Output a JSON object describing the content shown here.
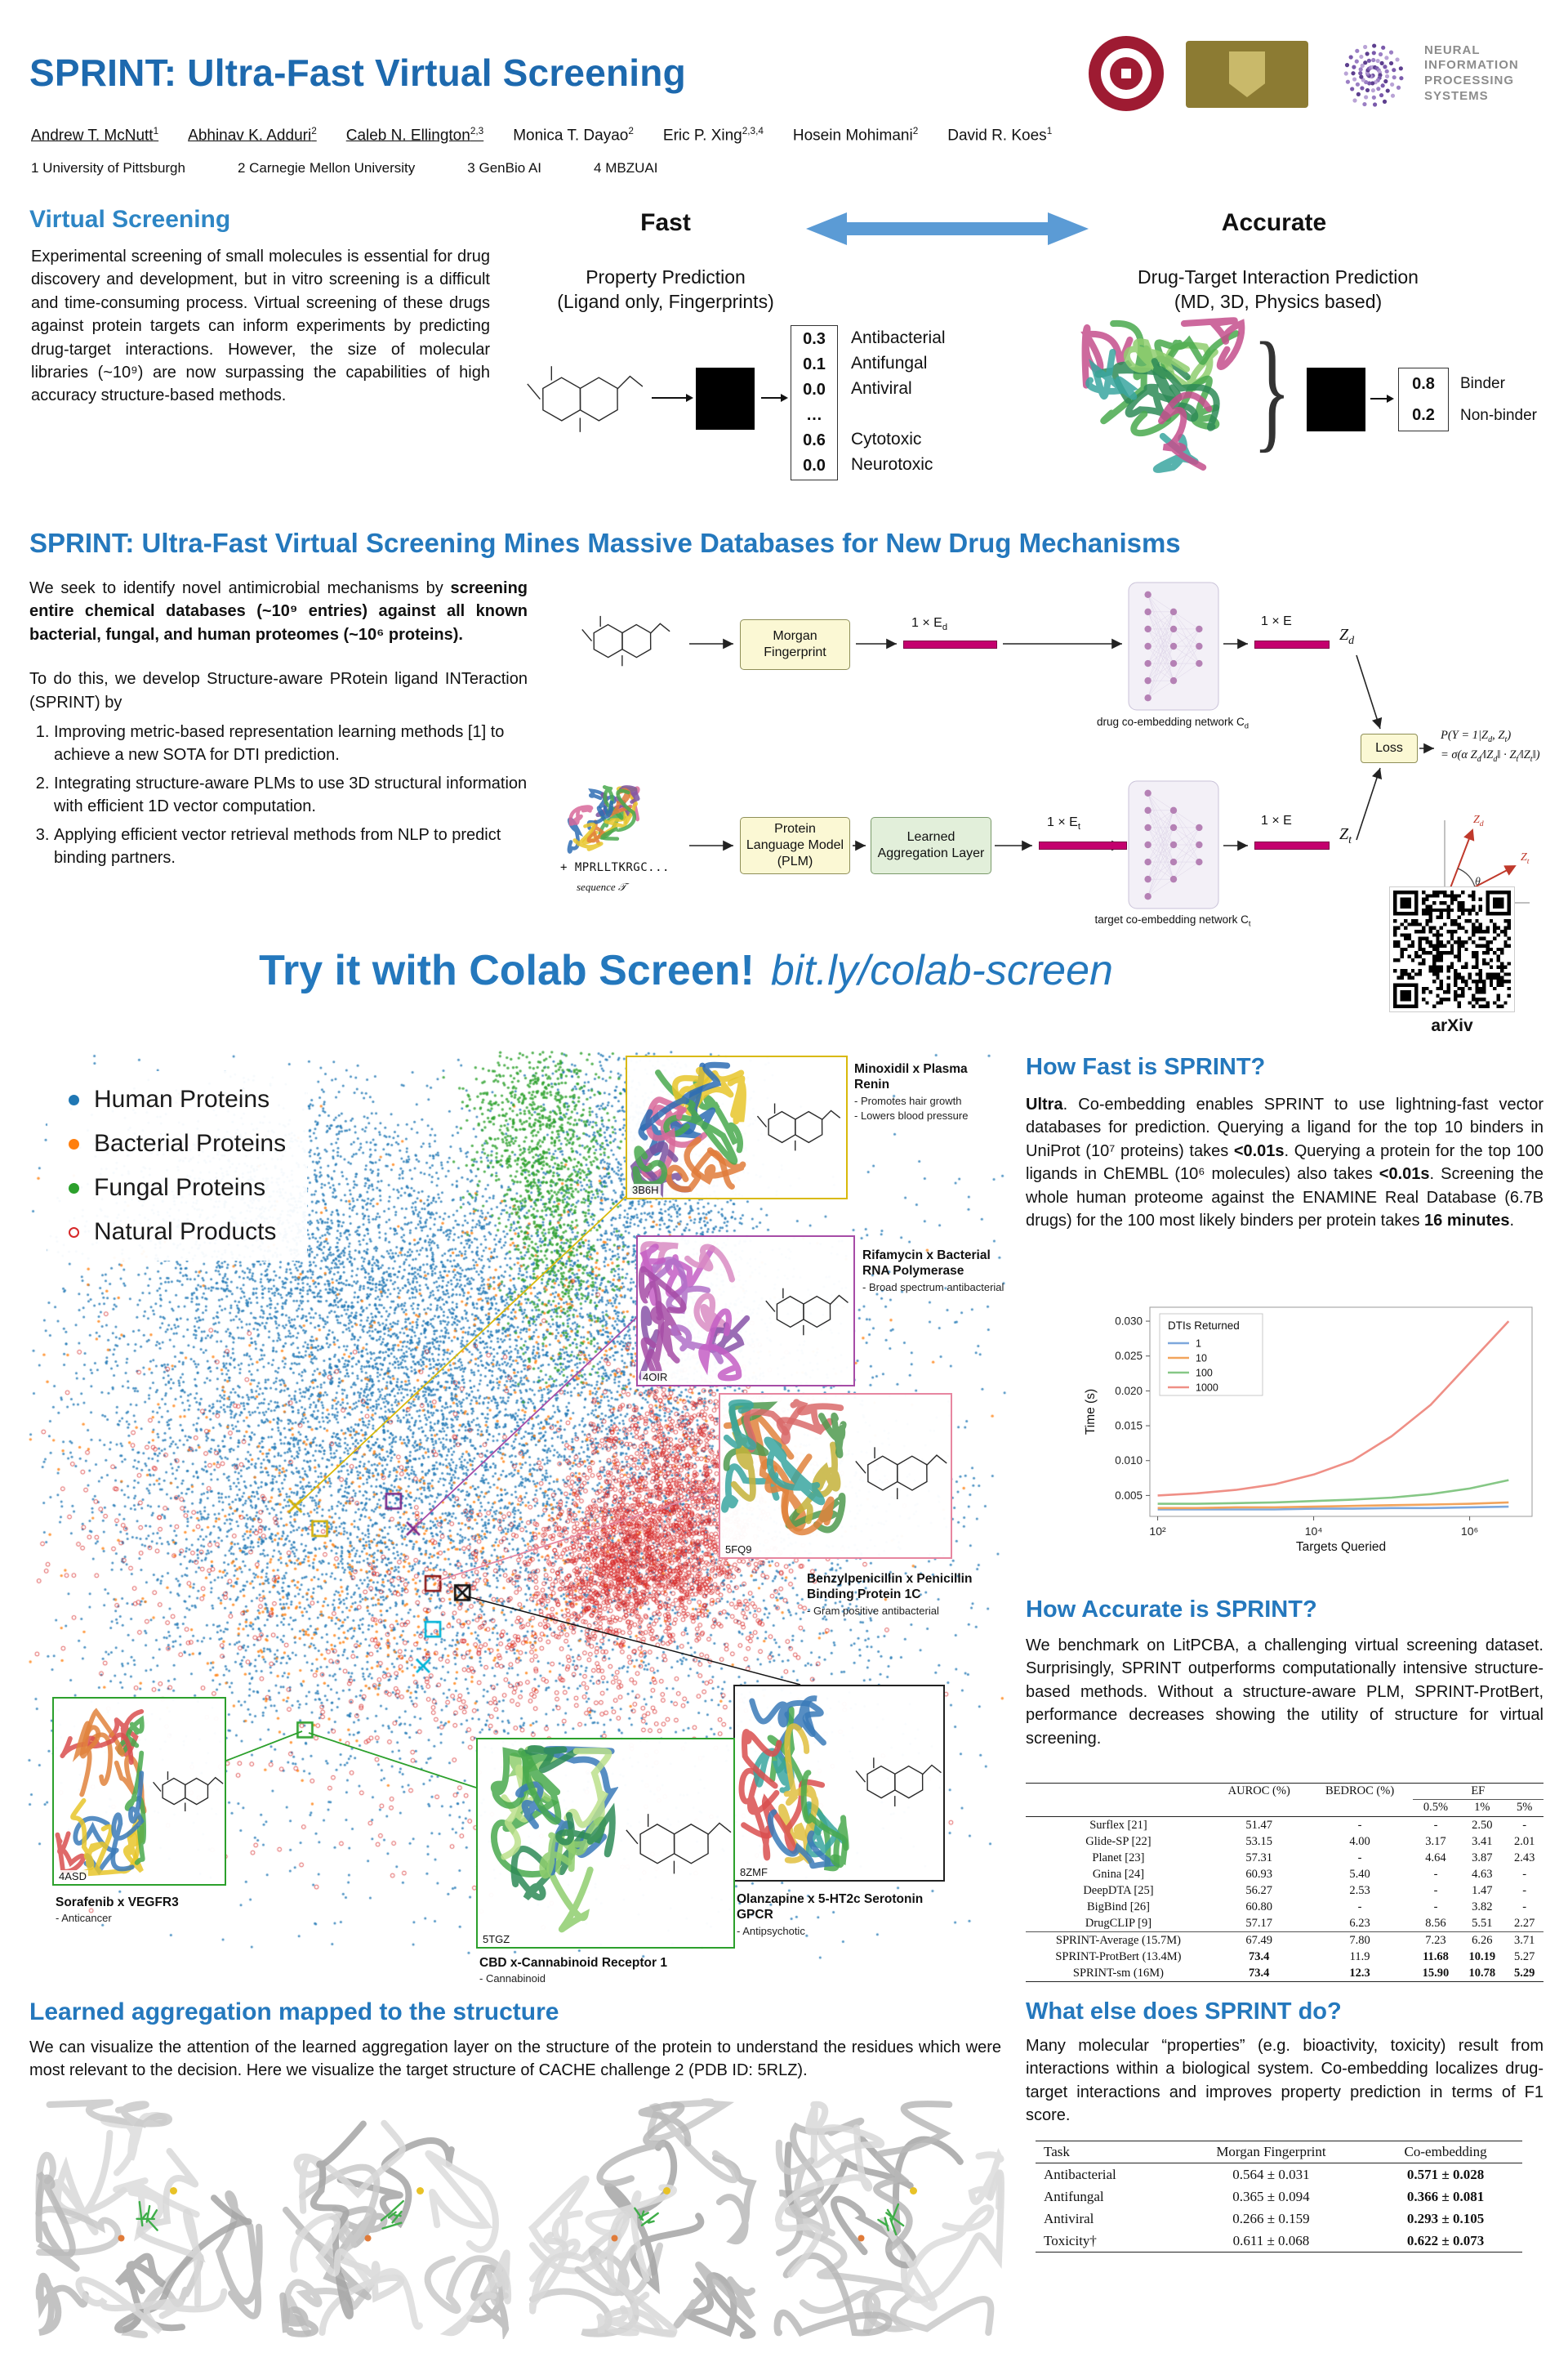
{
  "header": {
    "title": "SPRINT: Ultra-Fast Virtual Screening",
    "authors": [
      {
        "name": "Andrew T. McNutt",
        "sup": "1",
        "underline": true
      },
      {
        "name": "Abhinav K. Adduri",
        "sup": "2",
        "underline": true
      },
      {
        "name": "Caleb N. Ellington",
        "sup": "2,3",
        "underline": true
      },
      {
        "name": "Monica T. Dayao",
        "sup": "2",
        "underline": false
      },
      {
        "name": "Eric P. Xing",
        "sup": "2,3,4",
        "underline": false
      },
      {
        "name": "Hosein Mohimani",
        "sup": "2",
        "underline": false
      },
      {
        "name": "David R. Koes",
        "sup": "1",
        "underline": false
      }
    ],
    "affiliations": [
      "1 University of Pittsburgh",
      "2 Carnegie Mellon University",
      "3 GenBio AI",
      "4 MBZUAI"
    ],
    "neurips_lines": [
      "NEURAL",
      "INFORMATION",
      "PROCESSING",
      "SYSTEMS"
    ]
  },
  "virtual_screening": {
    "heading": "Virtual Screening",
    "body": "Experimental screening of small molecules is essential for drug discovery and development, but in vitro screening is a difficult and time-consuming process. Virtual screening of these drugs against protein targets can inform experiments by predicting drug-target interactions. However, the size of molecular libraries (~10⁹) are now surpassing the capabilities of high accuracy structure-based methods."
  },
  "fast": {
    "heading": "Fast",
    "sub1": "Property Prediction",
    "sub2": "(Ligand only, Fingerprints)",
    "values": [
      "0.3",
      "0.1",
      "0.0",
      "…",
      "0.6",
      "0.0"
    ],
    "labels": [
      "Antibacterial",
      "Antifungal",
      "Antiviral",
      "",
      "Cytotoxic",
      "Neurotoxic"
    ]
  },
  "accurate": {
    "heading": "Accurate",
    "sub1": "Drug-Target Interaction Prediction",
    "sub2": "(MD, 3D, Physics based)",
    "brace": "}",
    "values": [
      "0.8",
      "0.2"
    ],
    "labels": [
      "Binder",
      "Non-binder"
    ]
  },
  "sprint": {
    "heading": "SPRINT: Ultra-Fast Virtual Screening Mines Massive Databases for New Drug Mechanisms",
    "intro_segments": [
      {
        "t": "We seek to identify novel antimicrobial mechanisms by ",
        "b": false
      },
      {
        "t": "screening entire chemical databases (~10⁹ entries) against all known bacterial, fungal, and human proteomes (~10⁶ proteins).",
        "b": true
      }
    ],
    "method_lead": "To do this, we develop Structure-aware PRotein ligand INTeraction (SPRINT) by",
    "method_items": [
      "Improving metric-based representation learning methods [1] to achieve a new SOTA for DTI prediction.",
      "Integrating structure-aware PLMs to use 3D structural information with efficient 1D vector computation.",
      "Applying efficient vector retrieval methods from NLP to predict binding partners."
    ],
    "diagram": {
      "morgan": "Morgan Fingerprint",
      "plm": "Protein Language Model (PLM)",
      "agg": "Learned Aggregation Layer",
      "ed": "1 × E_d",
      "et": "1 × E_t",
      "e": "1 × E",
      "zd": "Z_d",
      "zt": "Z_t",
      "theta": "θ",
      "drug_net": "drug co-embedding network C_d",
      "target_net": "target co-embedding network C_t",
      "loss": "Loss",
      "plus": "+",
      "seq": "MPRLLTKRGC...",
      "seq_label": "sequence 𝒯",
      "eq1": "P(Y = 1|Z_d, Z_t)",
      "eq2": "= σ(α Z_d∕‖Z_d‖ · Z_t∕‖Z_t‖)"
    }
  },
  "colab": {
    "heading": "Try it with Colab Screen!",
    "link": "bit.ly/colab-screen",
    "qr_label": "arXiv"
  },
  "scatter": {
    "series_colors": {
      "human": "#1f77b4",
      "bacterial": "#ff7f0e",
      "fungal": "#2ca02c",
      "natural": "#d62728"
    },
    "legend": [
      {
        "label": "Human Proteins",
        "color": "#1f77b4",
        "open": false
      },
      {
        "label": "Bacterial Proteins",
        "color": "#ff7f0e",
        "open": false
      },
      {
        "label": "Fungal Proteins",
        "color": "#2ca02c",
        "open": false
      },
      {
        "label": "Natural Products",
        "color": "#d62728",
        "open": true
      }
    ],
    "clusters": [
      {
        "series": "human",
        "cx": 0.4,
        "cy": 0.3,
        "sx": 0.13,
        "sy": 0.11,
        "n": 3500
      },
      {
        "series": "human",
        "cx": 0.5,
        "cy": 0.45,
        "sx": 0.17,
        "sy": 0.13,
        "n": 3500
      },
      {
        "series": "human",
        "cx": 0.3,
        "cy": 0.52,
        "sx": 0.1,
        "sy": 0.1,
        "n": 1400
      },
      {
        "series": "human",
        "cx": 0.25,
        "cy": 0.18,
        "sx": 0.09,
        "sy": 0.07,
        "n": 1200
      },
      {
        "series": "human",
        "cx": 0.64,
        "cy": 0.12,
        "sx": 0.05,
        "sy": 0.08,
        "n": 1300
      },
      {
        "series": "human",
        "cx": 0.67,
        "cy": 0.3,
        "sx": 0.06,
        "sy": 0.07,
        "n": 700
      },
      {
        "series": "human",
        "cx": 0.5,
        "cy": 0.52,
        "sx": 0.33,
        "sy": 0.26,
        "n": 1500
      },
      {
        "series": "human",
        "cx": 0.45,
        "cy": 0.78,
        "sx": 0.24,
        "sy": 0.09,
        "n": 500
      },
      {
        "series": "human",
        "cx": 0.13,
        "cy": 0.4,
        "sx": 0.07,
        "sy": 0.11,
        "n": 350
      },
      {
        "series": "human",
        "cx": 0.8,
        "cy": 0.5,
        "sx": 0.08,
        "sy": 0.11,
        "n": 400
      },
      {
        "series": "bacterial",
        "cx": 0.45,
        "cy": 0.45,
        "sx": 0.2,
        "sy": 0.15,
        "n": 800
      },
      {
        "series": "bacterial",
        "cx": 0.34,
        "cy": 0.6,
        "sx": 0.09,
        "sy": 0.07,
        "n": 250
      },
      {
        "series": "bacterial",
        "cx": 0.58,
        "cy": 0.28,
        "sx": 0.07,
        "sy": 0.06,
        "n": 200
      },
      {
        "series": "fungal",
        "cx": 0.52,
        "cy": 0.08,
        "sx": 0.035,
        "sy": 0.05,
        "n": 700
      },
      {
        "series": "fungal",
        "cx": 0.535,
        "cy": 0.17,
        "sx": 0.028,
        "sy": 0.055,
        "n": 450
      },
      {
        "series": "fungal",
        "cx": 0.55,
        "cy": 0.27,
        "sx": 0.025,
        "sy": 0.05,
        "n": 220
      },
      {
        "series": "natural",
        "cx": 0.655,
        "cy": 0.53,
        "sx": 0.05,
        "sy": 0.05,
        "n": 1300
      },
      {
        "series": "natural",
        "cx": 0.6,
        "cy": 0.57,
        "sx": 0.04,
        "sy": 0.035,
        "n": 600
      },
      {
        "series": "natural",
        "cx": 0.55,
        "cy": 0.63,
        "sx": 0.1,
        "sy": 0.06,
        "n": 450
      },
      {
        "series": "natural",
        "cx": 0.47,
        "cy": 0.56,
        "sx": 0.17,
        "sy": 0.11,
        "n": 380
      },
      {
        "series": "natural",
        "cx": 0.68,
        "cy": 0.43,
        "sx": 0.05,
        "sy": 0.04,
        "n": 450
      },
      {
        "series": "natural",
        "cx": 0.14,
        "cy": 0.52,
        "sx": 0.08,
        "sy": 0.09,
        "n": 130
      },
      {
        "series": "natural",
        "cx": 0.5,
        "cy": 0.79,
        "sx": 0.22,
        "sy": 0.07,
        "n": 200
      }
    ],
    "markers": [
      {
        "shape": "x",
        "color": "#d4b106",
        "x": 0.275,
        "y": 0.5
      },
      {
        "shape": "square",
        "color": "#d4b106",
        "x": 0.3,
        "y": 0.525
      },
      {
        "shape": "square",
        "color": "#7b2d8b",
        "x": 0.375,
        "y": 0.495
      },
      {
        "shape": "x",
        "color": "#7b2d8b",
        "x": 0.395,
        "y": 0.525
      },
      {
        "shape": "square",
        "color": "#8b1a1a",
        "x": 0.415,
        "y": 0.585
      },
      {
        "shape": "boxed-x",
        "color": "#111111",
        "x": 0.445,
        "y": 0.595
      },
      {
        "shape": "square",
        "color": "#00b4d8",
        "x": 0.415,
        "y": 0.635
      },
      {
        "shape": "x",
        "color": "#00b4d8",
        "x": 0.405,
        "y": 0.675
      },
      {
        "shape": "square",
        "color": "#2ca02c",
        "x": 0.285,
        "y": 0.745
      }
    ],
    "callouts": [
      {
        "pdb": "3B6H",
        "title": "Minoxidil x Plasma Renin",
        "notes": [
          "- Promotes hair growth",
          "- Lowers blood pressure"
        ],
        "border": "#d9b90a"
      },
      {
        "pdb": "4OIR",
        "title": "Rifamycin x Bacterial RNA Polymerase",
        "notes": [
          "- Broad spectrum antibacterial"
        ],
        "border": "#a64ca6"
      },
      {
        "pdb": "5FQ9",
        "title": "Benzylpenicillin x Penicillin Binding Protein 1C",
        "notes": [
          "- Gram positive antibacterial"
        ],
        "border": "#e786a0"
      },
      {
        "pdb": "8ZMF",
        "title": "Olanzapine x 5-HT2c Serotonin GPCR",
        "notes": [
          "- Antipsychotic"
        ],
        "border": "#222222"
      },
      {
        "pdb": "5TGZ",
        "title": "CBD x-Cannabinoid Receptor 1",
        "notes": [
          "- Cannabinoid"
        ],
        "border": "#2ca02c"
      },
      {
        "pdb": "4ASD",
        "title": "Sorafenib x VEGFR3",
        "notes": [
          "- Anticancer"
        ],
        "border": "#2ca02c"
      }
    ]
  },
  "how_fast": {
    "heading": "How Fast is SPRINT?",
    "body": [
      {
        "t": "Ultra",
        "b": true
      },
      {
        "t": ". Co-embedding enables SPRINT to use lightning-fast vector databases for prediction. Querying a ligand for the top 10 binders in UniProt (10⁷ proteins) takes ",
        "b": false
      },
      {
        "t": "<0.01s",
        "b": true
      },
      {
        "t": ". Querying a protein for the top 100 ligands in ChEMBL (10⁶ molecules) also takes ",
        "b": false
      },
      {
        "t": "<0.01s",
        "b": true
      },
      {
        "t": ". Screening the whole human proteome against the ENAMINE Real Database (6.7B drugs) for the 100 most likely binders per protein takes ",
        "b": false
      },
      {
        "t": "16 minutes",
        "b": true
      },
      {
        "t": ".",
        "b": false
      }
    ]
  },
  "chart_data": {
    "type": "line",
    "xlabel": "Targets Queried",
    "ylabel": "Time (s)",
    "legend_title": "DTIs Returned",
    "x_scale": "log10",
    "x_log_exponents": [
      2,
      2.5,
      3,
      3.5,
      4,
      4.5,
      5,
      5.5,
      6,
      6.5
    ],
    "x_range_exponents": [
      1.9,
      6.8
    ],
    "xticks": [
      {
        "exp": 2,
        "label": "10²"
      },
      {
        "exp": 4,
        "label": "10⁴"
      },
      {
        "exp": 6,
        "label": "10⁶"
      }
    ],
    "yticks": [
      "0.005",
      "0.010",
      "0.015",
      "0.020",
      "0.025",
      "0.030"
    ],
    "ylim": [
      0.002,
      0.032
    ],
    "series": [
      {
        "name": "1",
        "color": "#7da7dc",
        "values": [
          0.003,
          0.003,
          0.003,
          0.003,
          0.0031,
          0.0031,
          0.0032,
          0.0032,
          0.0033,
          0.0034
        ]
      },
      {
        "name": "10",
        "color": "#f2a45c",
        "values": [
          0.0032,
          0.0032,
          0.0033,
          0.0033,
          0.0034,
          0.0035,
          0.0036,
          0.0037,
          0.0038,
          0.004
        ]
      },
      {
        "name": "100",
        "color": "#85c785",
        "values": [
          0.0038,
          0.0038,
          0.0039,
          0.004,
          0.0042,
          0.0044,
          0.0047,
          0.0052,
          0.006,
          0.0072
        ]
      },
      {
        "name": "1000",
        "color": "#ef8f86",
        "values": [
          0.005,
          0.0053,
          0.0058,
          0.0066,
          0.008,
          0.01,
          0.0135,
          0.018,
          0.024,
          0.03
        ]
      }
    ]
  },
  "how_accurate": {
    "heading": "How Accurate is SPRINT?",
    "body": "We benchmark on LitPCBA, a challenging virtual screening dataset. Surprisingly, SPRINT outperforms computationally intensive structure-based methods. Without a structure-aware PLM, SPRINT-ProtBert, performance decreases showing the utility of structure for virtual screening."
  },
  "accuracy_table": {
    "col_groups": [
      "AUROC (%)",
      "BEDROC (%)",
      "EF"
    ],
    "ef_subcols": [
      "0.5%",
      "1%",
      "5%"
    ],
    "rows": [
      {
        "name": "Surflex [21]",
        "cells": [
          "51.47",
          "-",
          "-",
          "2.50",
          "-"
        ],
        "bold": []
      },
      {
        "name": "Glide-SP [22]",
        "cells": [
          "53.15",
          "4.00",
          "3.17",
          "3.41",
          "2.01"
        ],
        "bold": []
      },
      {
        "name": "Planet [23]",
        "cells": [
          "57.31",
          "-",
          "4.64",
          "3.87",
          "2.43"
        ],
        "bold": []
      },
      {
        "name": "Gnina [24]",
        "cells": [
          "60.93",
          "5.40",
          "-",
          "4.63",
          "-"
        ],
        "bold": []
      },
      {
        "name": "DeepDTA [25]",
        "cells": [
          "56.27",
          "2.53",
          "-",
          "1.47",
          "-"
        ],
        "bold": []
      },
      {
        "name": "BigBind [26]",
        "cells": [
          "60.80",
          "-",
          "-",
          "3.82",
          "-"
        ],
        "bold": []
      },
      {
        "name": "DrugCLIP [9]",
        "cells": [
          "57.17",
          "6.23",
          "8.56",
          "5.51",
          "2.27"
        ],
        "bold": []
      },
      {
        "name": "SPRINT-Average (15.7M)",
        "cells": [
          "67.49",
          "7.80",
          "7.23",
          "6.26",
          "3.71"
        ],
        "bold": []
      },
      {
        "name": "SPRINT-ProtBert (13.4M)",
        "cells": [
          "73.4",
          "11.9",
          "11.68",
          "10.19",
          "5.27"
        ],
        "bold": [
          0,
          2,
          3
        ]
      },
      {
        "name": "SPRINT-sm (16M)",
        "cells": [
          "73.4",
          "12.3",
          "15.90",
          "10.78",
          "5.29"
        ],
        "bold": [
          0,
          1,
          2,
          3,
          4
        ]
      }
    ]
  },
  "what_else": {
    "heading": "What else does SPRINT do?",
    "body": "Many molecular “properties” (e.g. bioactivity, toxicity) result from interactions within a biological system. Co-embedding localizes drug-target interactions and improves property prediction in terms of F1 score."
  },
  "property_table": {
    "headers": [
      "Task",
      "Morgan Fingerprint",
      "Co-embedding"
    ],
    "rows": [
      {
        "task": "Antibacterial",
        "morgan": "0.564 ± 0.031",
        "co": "0.571 ± 0.028"
      },
      {
        "task": "Antifungal",
        "morgan": "0.365 ± 0.094",
        "co": "0.366 ± 0.081"
      },
      {
        "task": "Antiviral",
        "morgan": "0.266 ± 0.159",
        "co": "0.293 ± 0.105"
      },
      {
        "task": "Toxicity†",
        "morgan": "0.611 ± 0.068",
        "co": "0.622 ± 0.073"
      }
    ]
  },
  "aggregation": {
    "heading": "Learned aggregation mapped to the structure",
    "body": "We can visualize the attention of the learned aggregation layer on the structure of the protein to understand the residues which were most relevant to the decision. Here we visualize the target structure of CACHE challenge 2 (PDB ID: 5RLZ)."
  }
}
